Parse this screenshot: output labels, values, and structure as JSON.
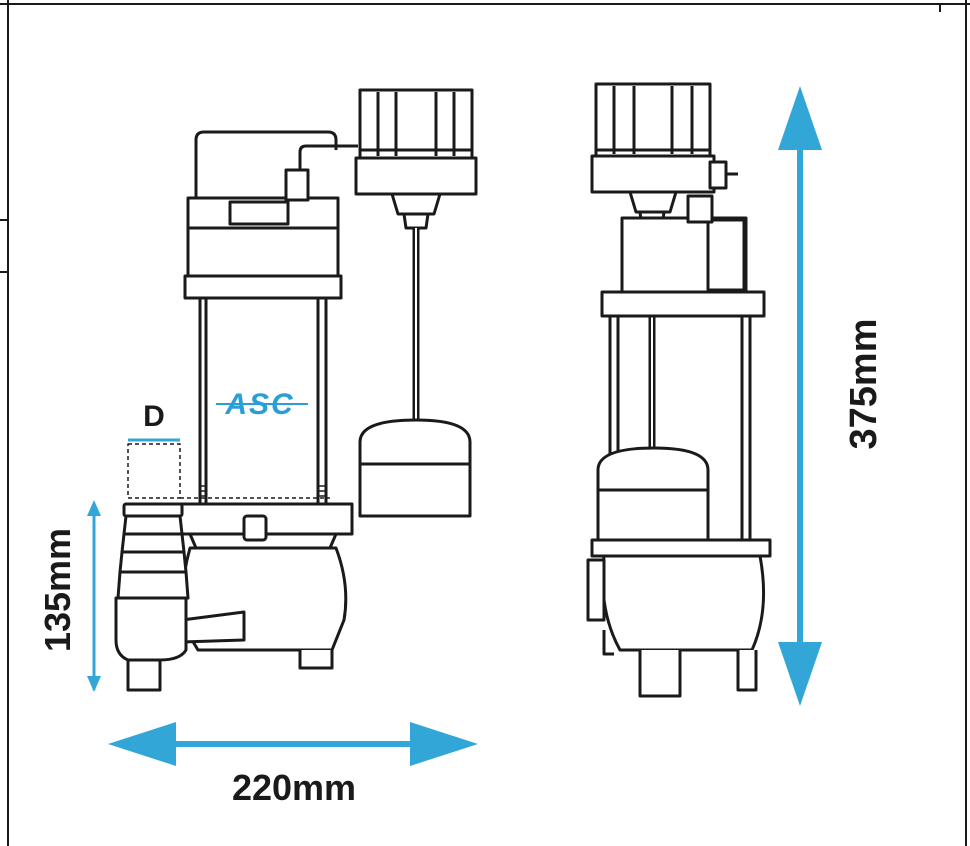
{
  "brand": {
    "logo_text": "ASC",
    "logo_color": "#2a9fd6"
  },
  "dimensions": {
    "width": "220mm",
    "height": "375mm",
    "outlet_height": "135mm",
    "outlet_diameter": "D"
  },
  "colors": {
    "dimension_arrow": "#33a6d8",
    "outline": "#1a1a1a",
    "background": "#ffffff"
  }
}
